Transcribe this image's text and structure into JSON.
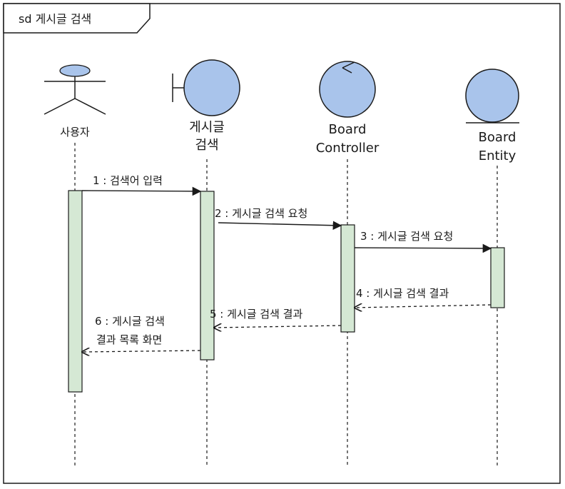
{
  "frame": {
    "title": "sd 게시글 검색"
  },
  "lifelines": {
    "user": {
      "label": "사용자"
    },
    "search_boundary": {
      "label_line1": "게시글",
      "label_line2": "검색"
    },
    "controller": {
      "label_line1": "Board",
      "label_line2": "Controller"
    },
    "entity": {
      "label_line1": "Board",
      "label_line2": "Entity"
    }
  },
  "messages": [
    {
      "label": "1 : 검색어 입력",
      "type": "sync"
    },
    {
      "label": "2 : 게시글 검색 요청",
      "type": "sync"
    },
    {
      "label": "3 : 게시글 검색 요청",
      "type": "sync"
    },
    {
      "label": "4 : 게시글 검색 결과",
      "type": "return"
    },
    {
      "label": "5 : 게시글 검색 결과",
      "type": "return"
    },
    {
      "label_line1": "6 : 게시글 검색",
      "label_line2": "결과 목록 화면",
      "type": "return"
    }
  ],
  "colors": {
    "lifeline_head_fill": "#a9c4eb",
    "activation_fill": "#d5e8d4",
    "stroke": "#1a1a1a"
  }
}
